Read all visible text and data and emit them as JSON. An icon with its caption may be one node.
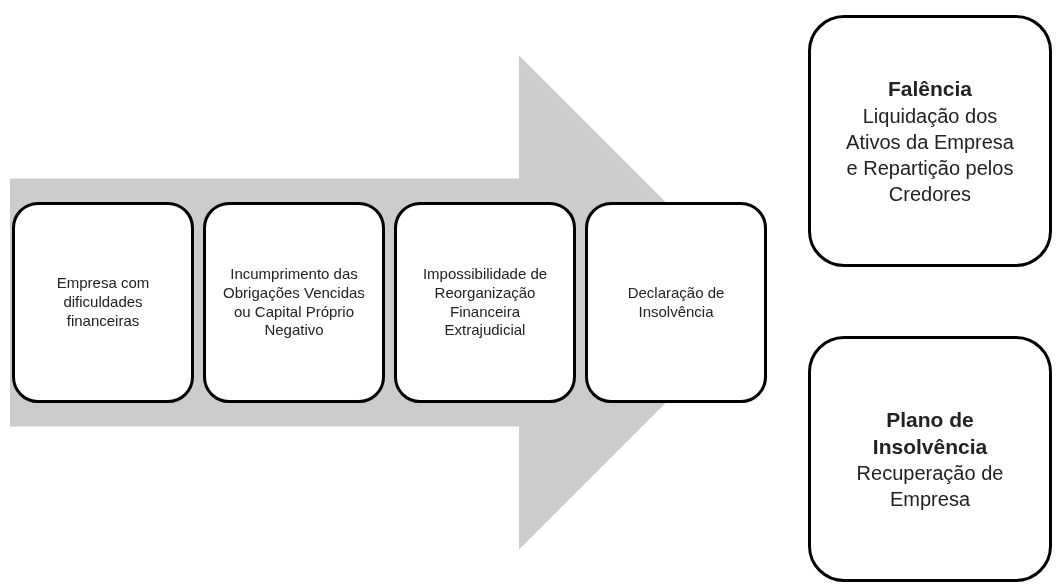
{
  "diagram": {
    "nodes": [
      {
        "text": [
          "Empresa com dificuldades financeiras"
        ]
      },
      {
        "text": [
          "Incumprimento das Obrigações Vencidas ou Capital Próprio Negativo"
        ]
      },
      {
        "text": [
          "Impossibilidade de Reorganização Financeira Extrajudicial"
        ]
      },
      {
        "text": [
          "Declaração de Insolvência"
        ]
      },
      {
        "text": [
          "Falência",
          "Liquidação dos Ativos da Empresa e Repartição pelos Credores"
        ]
      },
      {
        "text": [
          "Plano de Insolvência",
          "Recuperação de Empresa"
        ]
      }
    ],
    "edges": [
      {
        "from": 0,
        "to": 3,
        "arrow": "to",
        "style": "thick"
      }
    ]
  }
}
